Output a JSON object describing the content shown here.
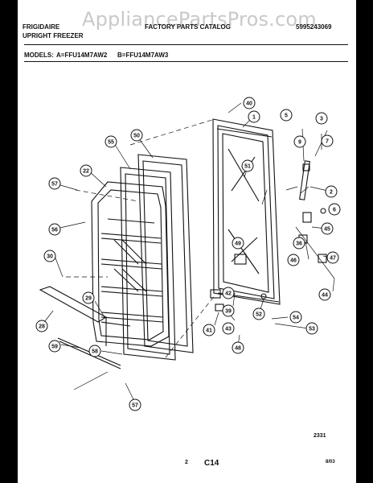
{
  "header": {
    "brand": "FRIGIDAIRE",
    "product": "UPRIGHT FREEZER",
    "catalog_title": "FACTORY PARTS CATALOG",
    "catalog_number": "5995243069",
    "models_label": "MODELS:",
    "model_a": "A=FFU14M7AW2",
    "model_b": "B=FFU14M7AW3"
  },
  "watermark": "AppliancePartsPros.com",
  "diagram": {
    "part_numbers": [
      "40",
      "1",
      "5",
      "50",
      "55",
      "3",
      "9",
      "7",
      "22",
      "51",
      "2",
      "57",
      "6",
      "56",
      "49",
      "45",
      "36",
      "30",
      "46",
      "47",
      "42",
      "44",
      "29",
      "39",
      "52",
      "28",
      "43",
      "54",
      "41",
      "48",
      "53",
      "58",
      "59",
      "57"
    ]
  },
  "footer": {
    "figure_code": "2331",
    "page_number": "2",
    "section": "C14",
    "date": "8/03"
  }
}
